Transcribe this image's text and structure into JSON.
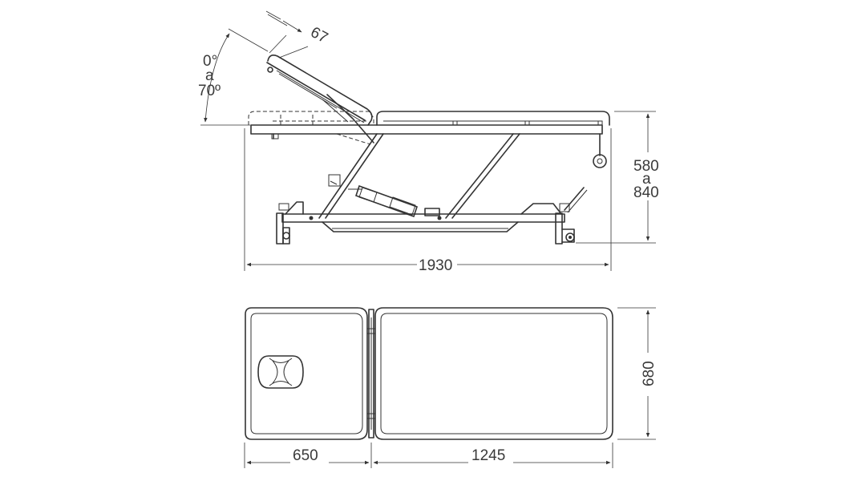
{
  "side_view": {
    "angle_label_from": "0°",
    "angle_label_connector": "a",
    "angle_label_to": "70º",
    "backrest_thickness": "67",
    "height_min": "580",
    "height_connector": "a",
    "height_max": "840",
    "total_length": "1930"
  },
  "top_view": {
    "width": "680",
    "head_section_length": "650",
    "body_section_length": "1245"
  },
  "colors": {
    "line": "#333333",
    "text": "#3a3a3a",
    "background": "#ffffff"
  }
}
